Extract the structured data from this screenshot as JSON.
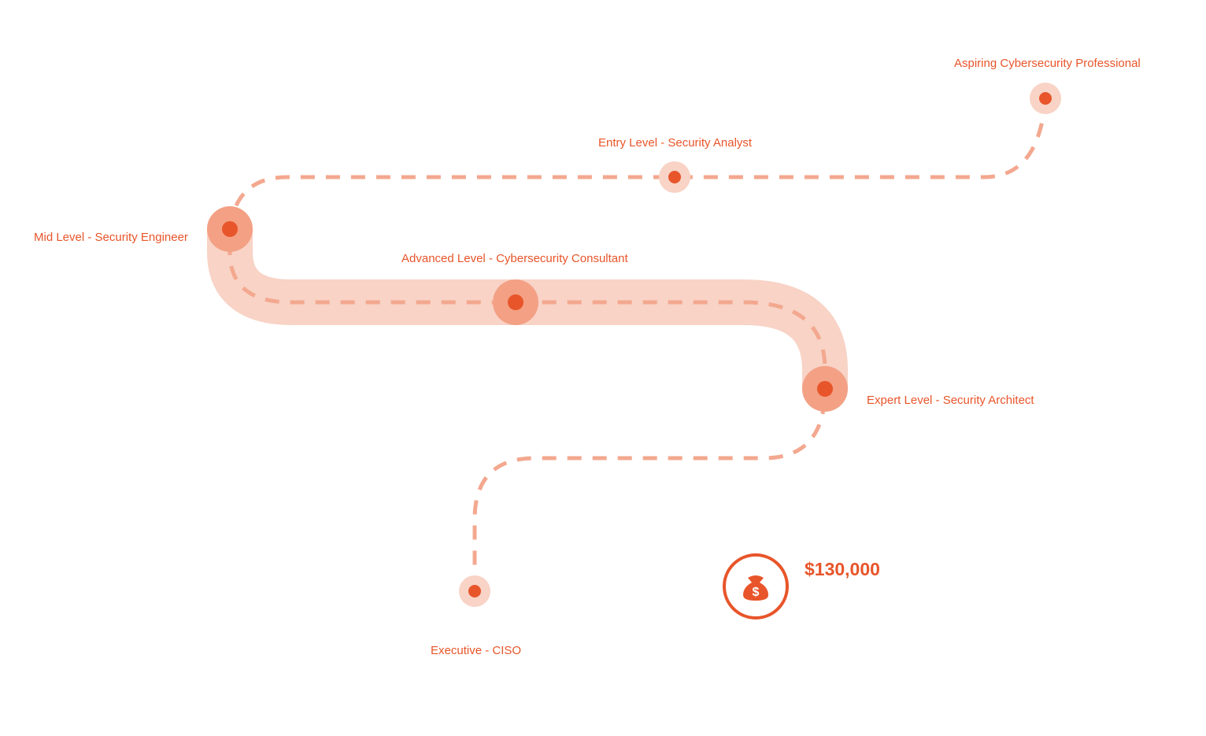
{
  "colors": {
    "accent": "#e8552a",
    "dash": "#f3a88f",
    "band": "#f8d3c6",
    "halo": "#f3a084"
  },
  "stages": [
    {
      "label": "Aspiring Cybersecurity Professional",
      "highlighted": false
    },
    {
      "label": "Entry Level - Security Analyst",
      "highlighted": false
    },
    {
      "label": "Mid Level - Security Engineer",
      "highlighted": true
    },
    {
      "label": "Advanced Level - Cybersecurity Consultant",
      "highlighted": true
    },
    {
      "label": "Expert Level - Security Architect",
      "highlighted": true
    },
    {
      "label": "Executive - CISO",
      "highlighted": false
    }
  ],
  "salary": {
    "icon": "money-bag-icon",
    "value": "$130,000"
  }
}
